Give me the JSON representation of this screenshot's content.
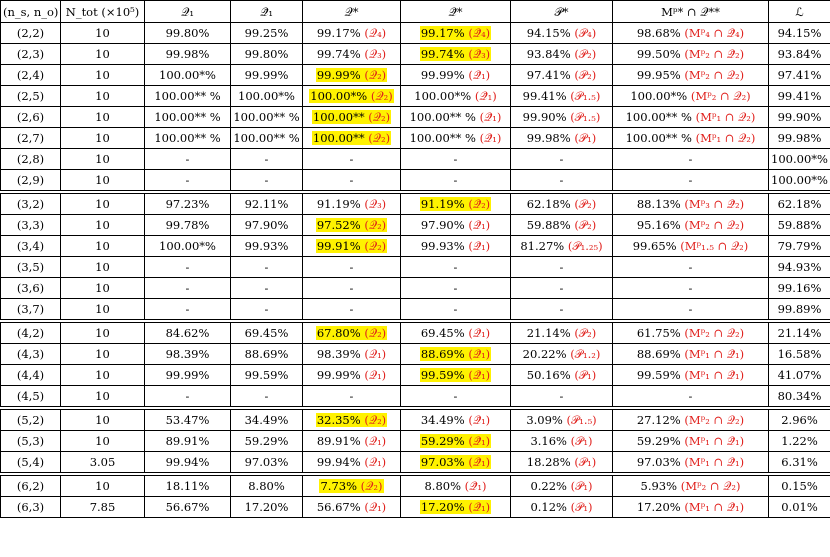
{
  "headers": [
    "(n_s, n_o)",
    "N_tot (×10⁵)",
    "𝒬₁",
    "𝒬̃₁",
    "𝒬*",
    "𝒬̃*",
    "𝒫*",
    "Mᵖ* ∩ 𝒬**",
    "ℒ"
  ],
  "rows": [
    {
      "group_start": false,
      "cells": [
        {
          "v": "(2,2)"
        },
        {
          "v": "10"
        },
        {
          "v": "99.80%"
        },
        {
          "v": "99.25%"
        },
        {
          "v": "99.17%",
          "tag": "(𝒬₄)"
        },
        {
          "v": "99.17%",
          "tag": "(𝒬̃₄)",
          "hl": true
        },
        {
          "v": "94.15%",
          "tag": "(𝒫₄)"
        },
        {
          "v": "98.68%",
          "tag": "(Mᵖ₄ ∩ 𝒬̃₄)"
        },
        {
          "v": "94.15%"
        }
      ]
    },
    {
      "group_start": false,
      "cells": [
        {
          "v": "(2,3)"
        },
        {
          "v": "10"
        },
        {
          "v": "99.98%"
        },
        {
          "v": "99.80%"
        },
        {
          "v": "99.74%",
          "tag": "(𝒬₃)"
        },
        {
          "v": "99.74%",
          "tag": "(𝒬̃₃)",
          "hl": true
        },
        {
          "v": "93.84%",
          "tag": "(𝒫₂)"
        },
        {
          "v": "99.50%",
          "tag": "(Mᵖ₂ ∩ 𝒬̃₂)"
        },
        {
          "v": "93.84%"
        }
      ]
    },
    {
      "group_start": false,
      "cells": [
        {
          "v": "(2,4)"
        },
        {
          "v": "10"
        },
        {
          "v": "100.00*%"
        },
        {
          "v": "99.99%"
        },
        {
          "v": "99.99%",
          "tag": "(𝒬₂)",
          "hl": true
        },
        {
          "v": "99.99%",
          "tag": "(𝒬̃₁)"
        },
        {
          "v": "97.41%",
          "tag": "(𝒫₂)"
        },
        {
          "v": "99.95%",
          "tag": "(Mᵖ₂ ∩ 𝒬₂)"
        },
        {
          "v": "97.41%"
        }
      ]
    },
    {
      "group_start": false,
      "cells": [
        {
          "v": "(2,5)"
        },
        {
          "v": "10"
        },
        {
          "v": "100.00** %"
        },
        {
          "v": "100.00*%"
        },
        {
          "v": "100.00*%",
          "tag": "(𝒬₂)",
          "hl": true
        },
        {
          "v": "100.00*%",
          "tag": "(𝒬̃₁)"
        },
        {
          "v": "99.41%",
          "tag": "(𝒫₁.₅)"
        },
        {
          "v": "100.00*%",
          "tag": "(Mᵖ₂ ∩ 𝒬₂)"
        },
        {
          "v": "99.41%"
        }
      ]
    },
    {
      "group_start": false,
      "cells": [
        {
          "v": "(2,6)"
        },
        {
          "v": "10"
        },
        {
          "v": "100.00** %"
        },
        {
          "v": "100.00** %"
        },
        {
          "v": "100.00**",
          "tag": "(𝒬₂)",
          "hl": true
        },
        {
          "v": "100.00** %",
          "tag": "(𝒬̃₁)"
        },
        {
          "v": "99.90%",
          "tag": "(𝒫₁.₅)"
        },
        {
          "v": "100.00** %",
          "tag": "(Mᵖ₁ ∩ 𝒬₂)"
        },
        {
          "v": "99.90%"
        }
      ]
    },
    {
      "group_start": false,
      "cells": [
        {
          "v": "(2,7)"
        },
        {
          "v": "10"
        },
        {
          "v": "100.00** %"
        },
        {
          "v": "100.00** %"
        },
        {
          "v": "100.00**",
          "tag": "(𝒬₂)",
          "hl": true
        },
        {
          "v": "100.00** %",
          "tag": "(𝒬̃₁)"
        },
        {
          "v": "99.98%",
          "tag": "(𝒫₁)"
        },
        {
          "v": "100.00** %",
          "tag": "(Mᵖ₁ ∩ 𝒬₂)"
        },
        {
          "v": "99.98%"
        }
      ]
    },
    {
      "group_start": false,
      "cells": [
        {
          "v": "(2,8)"
        },
        {
          "v": "10"
        },
        {
          "v": "-"
        },
        {
          "v": "-"
        },
        {
          "v": "-"
        },
        {
          "v": "-"
        },
        {
          "v": "-"
        },
        {
          "v": "-"
        },
        {
          "v": "100.00*%"
        }
      ]
    },
    {
      "group_start": false,
      "cells": [
        {
          "v": "(2,9)"
        },
        {
          "v": "10"
        },
        {
          "v": "-"
        },
        {
          "v": "-"
        },
        {
          "v": "-"
        },
        {
          "v": "-"
        },
        {
          "v": "-"
        },
        {
          "v": "-"
        },
        {
          "v": "100.00*%"
        }
      ]
    },
    {
      "group_start": true,
      "cells": [
        {
          "v": "(3,2)"
        },
        {
          "v": "10"
        },
        {
          "v": "97.23%"
        },
        {
          "v": "92.11%"
        },
        {
          "v": "91.19%",
          "tag": "(𝒬₃)"
        },
        {
          "v": "91.19%",
          "tag": "(𝒬̃₂)",
          "hl": true
        },
        {
          "v": "62.18%",
          "tag": "(𝒫₂)"
        },
        {
          "v": "88.13%",
          "tag": "(Mᵖ₃ ∩ 𝒬̃₂)"
        },
        {
          "v": "62.18%"
        }
      ]
    },
    {
      "group_start": false,
      "cells": [
        {
          "v": "(3,3)"
        },
        {
          "v": "10"
        },
        {
          "v": "99.78%"
        },
        {
          "v": "97.90%"
        },
        {
          "v": "97.52%",
          "tag": "(𝒬₂)",
          "hl": true
        },
        {
          "v": "97.90%",
          "tag": "(𝒬̃₁)"
        },
        {
          "v": "59.88%",
          "tag": "(𝒫₂)"
        },
        {
          "v": "95.16%",
          "tag": "(Mᵖ₂ ∩ 𝒬₂)"
        },
        {
          "v": "59.88%"
        }
      ]
    },
    {
      "group_start": false,
      "cells": [
        {
          "v": "(3,4)"
        },
        {
          "v": "10"
        },
        {
          "v": "100.00*%"
        },
        {
          "v": "99.93%"
        },
        {
          "v": "99.91%",
          "tag": "(𝒬₂)",
          "hl": true
        },
        {
          "v": "99.93%",
          "tag": "(𝒬̃₁)"
        },
        {
          "v": "81.27%",
          "tag": "(𝒫₁.₂₅)"
        },
        {
          "v": "99.65%",
          "tag": "(Mᵖ₁.₅ ∩ 𝒬₂)"
        },
        {
          "v": "79.79%"
        }
      ]
    },
    {
      "group_start": false,
      "cells": [
        {
          "v": "(3,5)"
        },
        {
          "v": "10"
        },
        {
          "v": "-"
        },
        {
          "v": "-"
        },
        {
          "v": "-"
        },
        {
          "v": "-"
        },
        {
          "v": "-"
        },
        {
          "v": "-"
        },
        {
          "v": "94.93%"
        }
      ]
    },
    {
      "group_start": false,
      "cells": [
        {
          "v": "(3,6)"
        },
        {
          "v": "10"
        },
        {
          "v": "-"
        },
        {
          "v": "-"
        },
        {
          "v": "-"
        },
        {
          "v": "-"
        },
        {
          "v": "-"
        },
        {
          "v": "-"
        },
        {
          "v": "99.16%"
        }
      ]
    },
    {
      "group_start": false,
      "cells": [
        {
          "v": "(3,7)"
        },
        {
          "v": "10"
        },
        {
          "v": "-"
        },
        {
          "v": "-"
        },
        {
          "v": "-"
        },
        {
          "v": "-"
        },
        {
          "v": "-"
        },
        {
          "v": "-"
        },
        {
          "v": "99.89%"
        }
      ]
    },
    {
      "group_start": true,
      "cells": [
        {
          "v": "(4,2)"
        },
        {
          "v": "10"
        },
        {
          "v": "84.62%"
        },
        {
          "v": "69.45%"
        },
        {
          "v": "67.80%",
          "tag": "(𝒬₂)",
          "hl": true
        },
        {
          "v": "69.45%",
          "tag": "(𝒬̃₁)"
        },
        {
          "v": "21.14%",
          "tag": "(𝒫₂)"
        },
        {
          "v": "61.75%",
          "tag": "(Mᵖ₂ ∩ 𝒬₂)"
        },
        {
          "v": "21.14%"
        }
      ]
    },
    {
      "group_start": false,
      "cells": [
        {
          "v": "(4,3)"
        },
        {
          "v": "10"
        },
        {
          "v": "98.39%"
        },
        {
          "v": "88.69%"
        },
        {
          "v": "98.39%",
          "tag": "(𝒬₁)"
        },
        {
          "v": "88.69%",
          "tag": "(𝒬̃₁)",
          "hl": true
        },
        {
          "v": "20.22%",
          "tag": "(𝒫₁.₂)"
        },
        {
          "v": "88.69%",
          "tag": "(Mᵖ₁ ∩ 𝒬̃₁)"
        },
        {
          "v": "16.58%"
        }
      ]
    },
    {
      "group_start": false,
      "cells": [
        {
          "v": "(4,4)"
        },
        {
          "v": "10"
        },
        {
          "v": "99.99%"
        },
        {
          "v": "99.59%"
        },
        {
          "v": "99.99%",
          "tag": "(𝒬₁)"
        },
        {
          "v": "99.59%",
          "tag": "(𝒬̃₁)",
          "hl": true
        },
        {
          "v": "50.16%",
          "tag": "(𝒫₁)"
        },
        {
          "v": "99.59%",
          "tag": "(Mᵖ₁ ∩ 𝒬̃₁)"
        },
        {
          "v": "41.07%"
        }
      ]
    },
    {
      "group_start": false,
      "cells": [
        {
          "v": "(4,5)"
        },
        {
          "v": "10"
        },
        {
          "v": "-"
        },
        {
          "v": "-"
        },
        {
          "v": "-"
        },
        {
          "v": "-"
        },
        {
          "v": "-"
        },
        {
          "v": "-"
        },
        {
          "v": "80.34%"
        }
      ]
    },
    {
      "group_start": true,
      "cells": [
        {
          "v": "(5,2)"
        },
        {
          "v": "10"
        },
        {
          "v": "53.47%"
        },
        {
          "v": "34.49%"
        },
        {
          "v": "32.35%",
          "tag": "(𝒬₂)",
          "hl": true
        },
        {
          "v": "34.49%",
          "tag": "(𝒬̃₁)"
        },
        {
          "v": "3.09%",
          "tag": "(𝒫₁.₅)"
        },
        {
          "v": "27.12%",
          "tag": "(Mᵖ₂ ∩ 𝒬₂)"
        },
        {
          "v": "2.96%"
        }
      ]
    },
    {
      "group_start": false,
      "cells": [
        {
          "v": "(5,3)"
        },
        {
          "v": "10"
        },
        {
          "v": "89.91%"
        },
        {
          "v": "59.29%"
        },
        {
          "v": "89.91%",
          "tag": "(𝒬₁)"
        },
        {
          "v": "59.29%",
          "tag": "(𝒬̃₁)",
          "hl": true
        },
        {
          "v": "3.16%",
          "tag": "(𝒫₁)"
        },
        {
          "v": "59.29%",
          "tag": "(Mᵖ₁ ∩ 𝒬̃₁)"
        },
        {
          "v": "1.22%"
        }
      ]
    },
    {
      "group_start": false,
      "cells": [
        {
          "v": "(5,4)"
        },
        {
          "v": "3.05"
        },
        {
          "v": "99.94%"
        },
        {
          "v": "97.03%"
        },
        {
          "v": "99.94%",
          "tag": "(𝒬₁)"
        },
        {
          "v": "97.03%",
          "tag": "(𝒬̃₁)",
          "hl": true
        },
        {
          "v": "18.28%",
          "tag": "(𝒫₁)"
        },
        {
          "v": "97.03%",
          "tag": "(Mᵖ₁ ∩ 𝒬̃₁)"
        },
        {
          "v": "6.31%"
        }
      ]
    },
    {
      "group_start": true,
      "cells": [
        {
          "v": "(6,2)"
        },
        {
          "v": "10"
        },
        {
          "v": "18.11%"
        },
        {
          "v": "8.80%"
        },
        {
          "v": "7.73%",
          "tag": "(𝒬₂)",
          "hl": true
        },
        {
          "v": "8.80%",
          "tag": "(𝒬̃₁)"
        },
        {
          "v": "0.22%",
          "tag": "(𝒫₁)"
        },
        {
          "v": "5.93%",
          "tag": "(Mᵖ₂ ∩ 𝒬₂)"
        },
        {
          "v": "0.15%"
        }
      ]
    },
    {
      "group_start": false,
      "cells": [
        {
          "v": "(6,3)"
        },
        {
          "v": "7.85"
        },
        {
          "v": "56.67%"
        },
        {
          "v": "17.20%"
        },
        {
          "v": "56.67%",
          "tag": "(𝒬₁)"
        },
        {
          "v": "17.20%",
          "tag": "(𝒬̃₁)",
          "hl": true
        },
        {
          "v": "0.12%",
          "tag": "(𝒫₁)"
        },
        {
          "v": "17.20%",
          "tag": "(Mᵖ₁ ∩ 𝒬̃₁)"
        },
        {
          "v": "0.01%"
        }
      ]
    }
  ],
  "colors": {
    "tag": "#e0201c",
    "highlight": "#fff200"
  }
}
